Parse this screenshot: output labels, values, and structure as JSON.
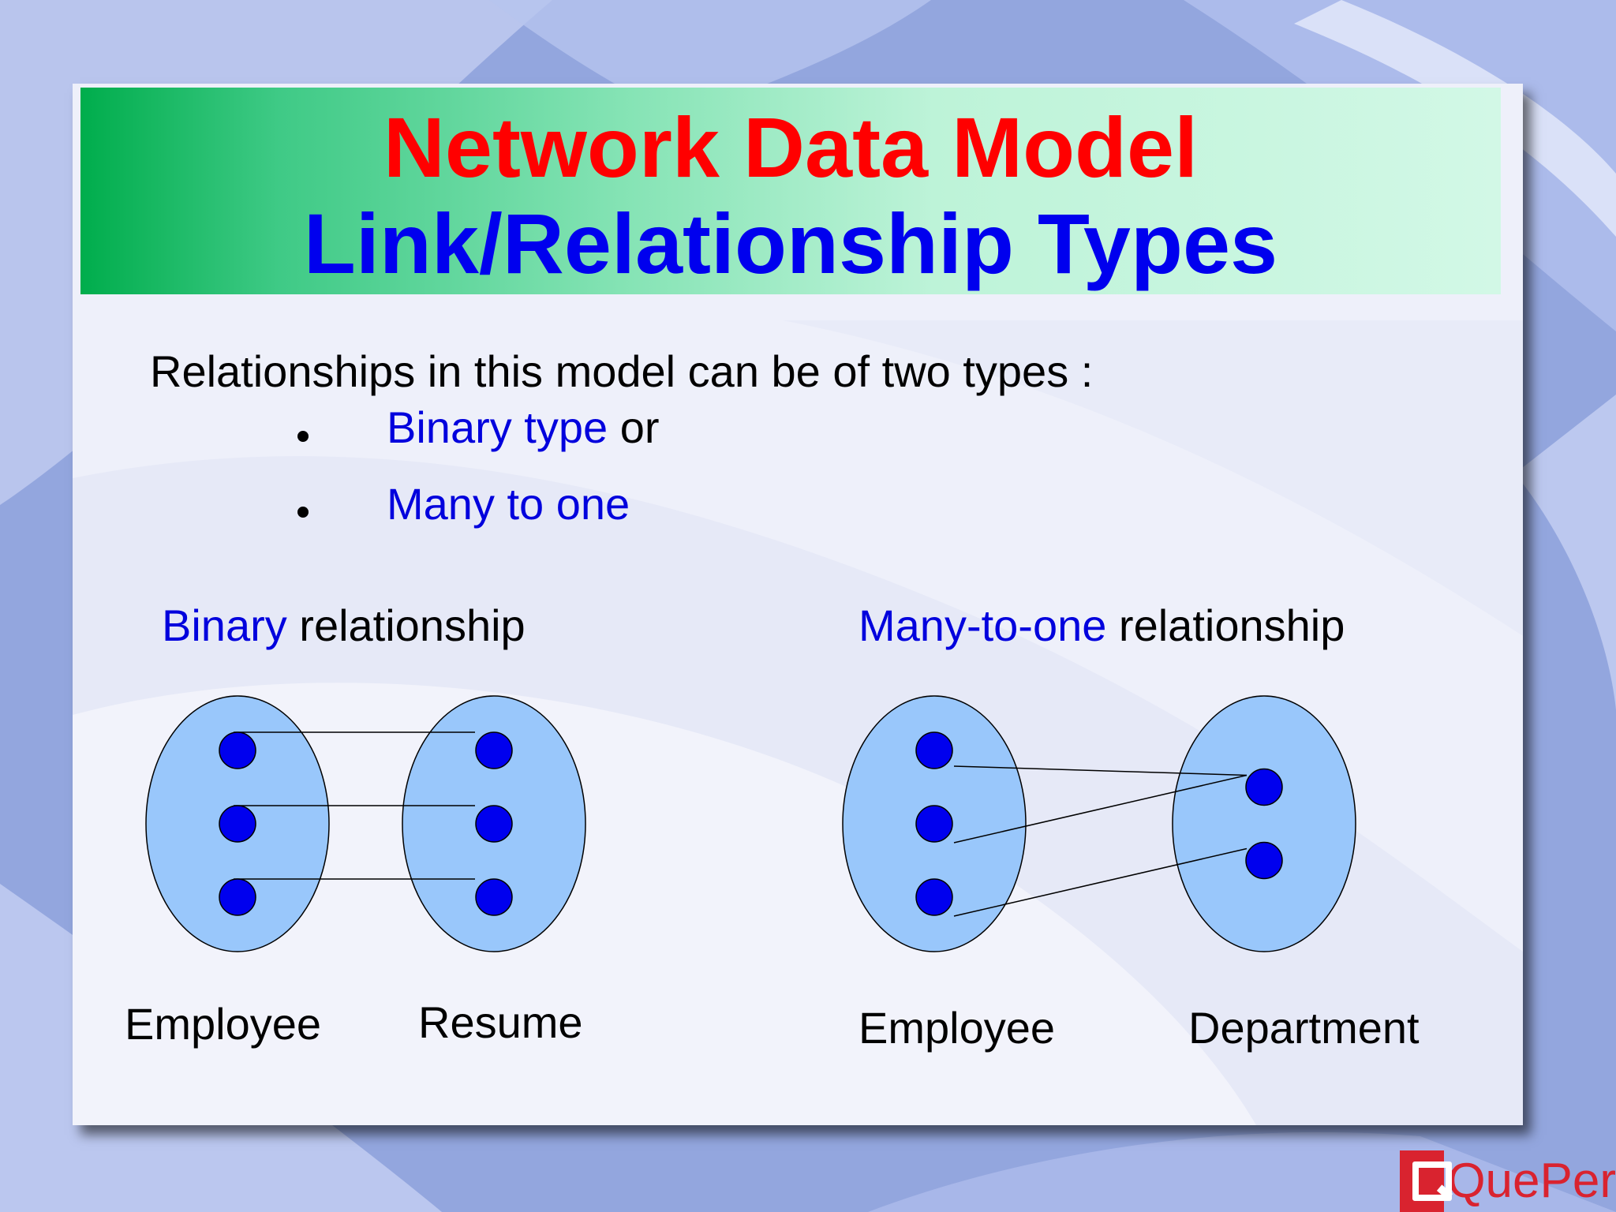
{
  "slide": {
    "title_line1": "Network Data Model",
    "title_line2": "Link/Relationship Types",
    "intro": "Relationships in this model can be of two types :",
    "bullets": [
      {
        "highlight": "Binary type",
        "rest": " or"
      },
      {
        "highlight": "Many to one",
        "rest": ""
      }
    ]
  },
  "diagrams": {
    "binary": {
      "heading_highlight": "Binary",
      "heading_rest": " relationship",
      "left_label": "Employee",
      "right_label": "Resume",
      "left_nodes": 3,
      "right_nodes": 3,
      "links": [
        [
          0,
          0
        ],
        [
          1,
          1
        ],
        [
          2,
          2
        ]
      ]
    },
    "many_to_one": {
      "heading_highlight": "Many-to-one",
      "heading_rest": " relationship",
      "left_label": "Employee",
      "right_label": "Department",
      "left_nodes": 3,
      "right_nodes": 2,
      "links": [
        [
          0,
          0
        ],
        [
          1,
          0
        ],
        [
          2,
          1
        ]
      ]
    }
  },
  "logo": {
    "text": "QuePer"
  },
  "colors": {
    "title_red": "#ff0000",
    "title_blue": "#0000ee",
    "highlight_blue": "#0000dd",
    "ellipse_fill": "#99c7fb",
    "node_fill": "#0000ee",
    "logo_red": "#d9232f"
  }
}
